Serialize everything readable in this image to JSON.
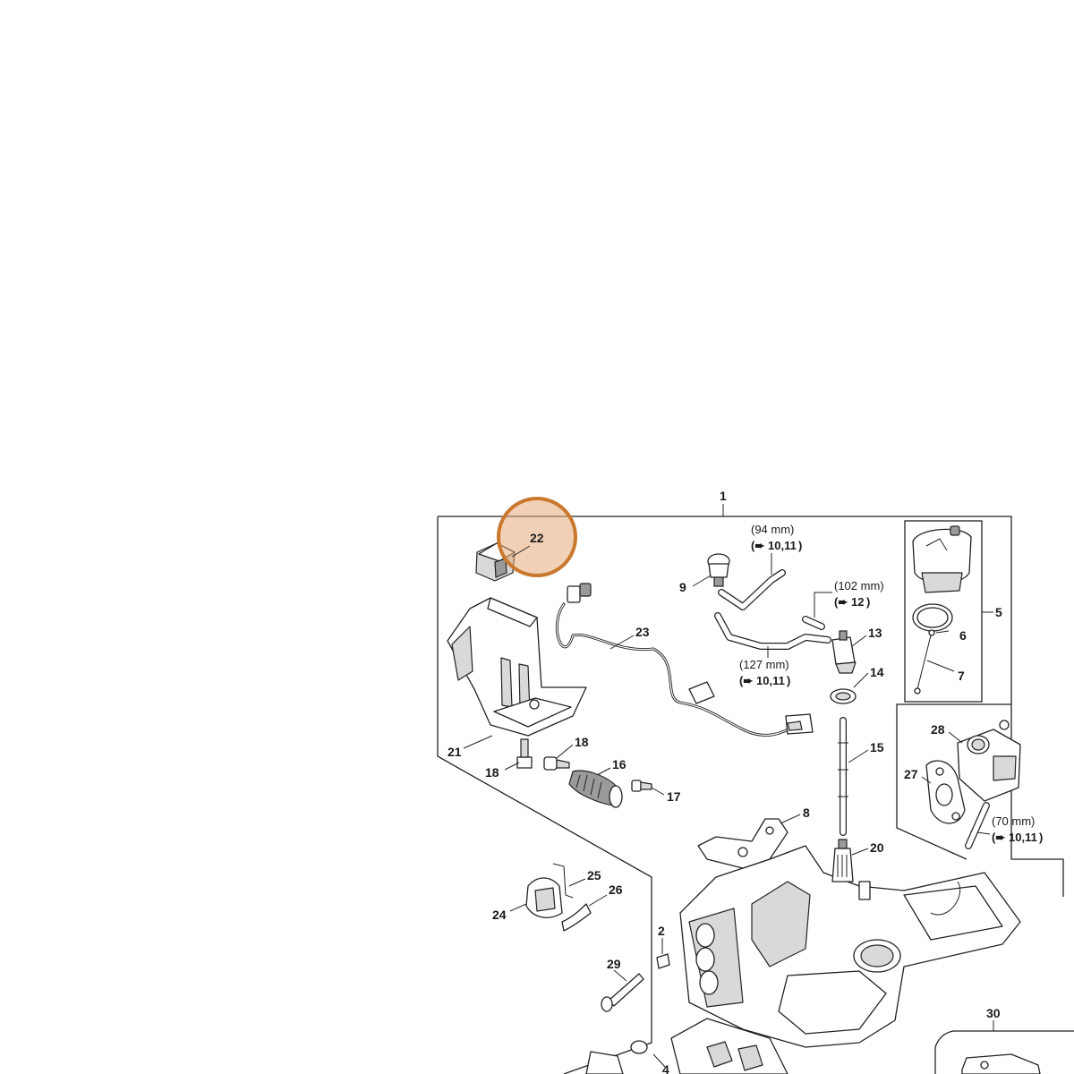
{
  "labels": {
    "l1": "1",
    "l2": "2",
    "l4": "4",
    "l5": "5",
    "l6": "6",
    "l7": "7",
    "l8": "8",
    "l9": "9",
    "l13": "13",
    "l14": "14",
    "l15": "15",
    "l16": "16",
    "l17": "17",
    "l18a": "18",
    "l18b": "18",
    "l20": "20",
    "l21": "21",
    "l22": "22",
    "l23": "23",
    "l24": "24",
    "l25": "25",
    "l26": "26",
    "l27": "27",
    "l28": "28",
    "l29": "29",
    "l30": "30"
  },
  "notes": {
    "n94": "(94 mm)",
    "n94ref": "10,11",
    "n102": "(102 mm)",
    "n102ref": "12",
    "n127": "(127 mm)",
    "n127ref": "10,11",
    "n70": "(70 mm)",
    "n70ref": "10,11"
  },
  "highlight": {
    "label": "22",
    "color": "#c9782e"
  }
}
